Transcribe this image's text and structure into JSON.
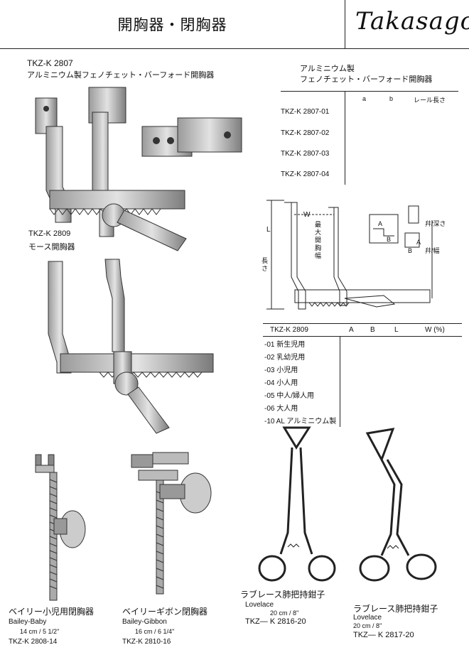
{
  "header": {
    "title": "開胸器・閉胸器",
    "brand": "Takasago",
    "brand_mark": "®"
  },
  "product_2807": {
    "code": "TKZ-K 2807",
    "name": "アルミニウム製フェノチェット・バーフォード開胸器"
  },
  "table_2807": {
    "title_line1": "アルミニウム製",
    "title_line2": "フェノチェット・バーフォード開胸器",
    "columns": [
      "a",
      "b",
      "レール長さ"
    ],
    "rows": [
      "TKZ-K 2807-01",
      "TKZ-K 2807-02",
      "TKZ-K 2807-03",
      "TKZ-K 2807-04"
    ]
  },
  "diagram": {
    "labels": {
      "W": "W",
      "max_open": "最大開胸幅",
      "L": "L",
      "length": "長さ",
      "A": "A",
      "B": "B",
      "depth": "幷/深さ",
      "width": "幷/幅"
    }
  },
  "product_2809": {
    "code": "TKZ-K 2809",
    "name": "モース開胸器"
  },
  "table_2809": {
    "code": "TKZ-K 2809",
    "columns": [
      "A",
      "B",
      "L",
      "W (%)"
    ],
    "rows": [
      "-01 新生児用",
      "-02 乳幼児用",
      "-03 小児用",
      "-04 小人用",
      "-05 中人/婦人用",
      "-06 大人用",
      "-10 AL アルミニウム製"
    ]
  },
  "product_2808": {
    "name": "ベイリー小児用閉胸器",
    "name_en": "Bailey-Baby",
    "size": "14 cm / 5 1/2''",
    "code": "TKZ-K 2808-14"
  },
  "product_2810": {
    "name": "ベイリーギボン閉胸器",
    "name_en": "Bailey-Gibbon",
    "size": "16 cm / 6 1/4''",
    "code": "TKZ-K 2810-16"
  },
  "product_2816": {
    "name": "ラブレース肺把持鉗子",
    "name_en": "Lovelace",
    "size": "20 cm / 8''",
    "code": "TKZ— K 2816-20"
  },
  "product_2817": {
    "name": "ラブレース肺把持鉗子",
    "name_en": "Lovelace",
    "size": "20 cm / 8''",
    "code": "TKZ— K 2817-20"
  }
}
